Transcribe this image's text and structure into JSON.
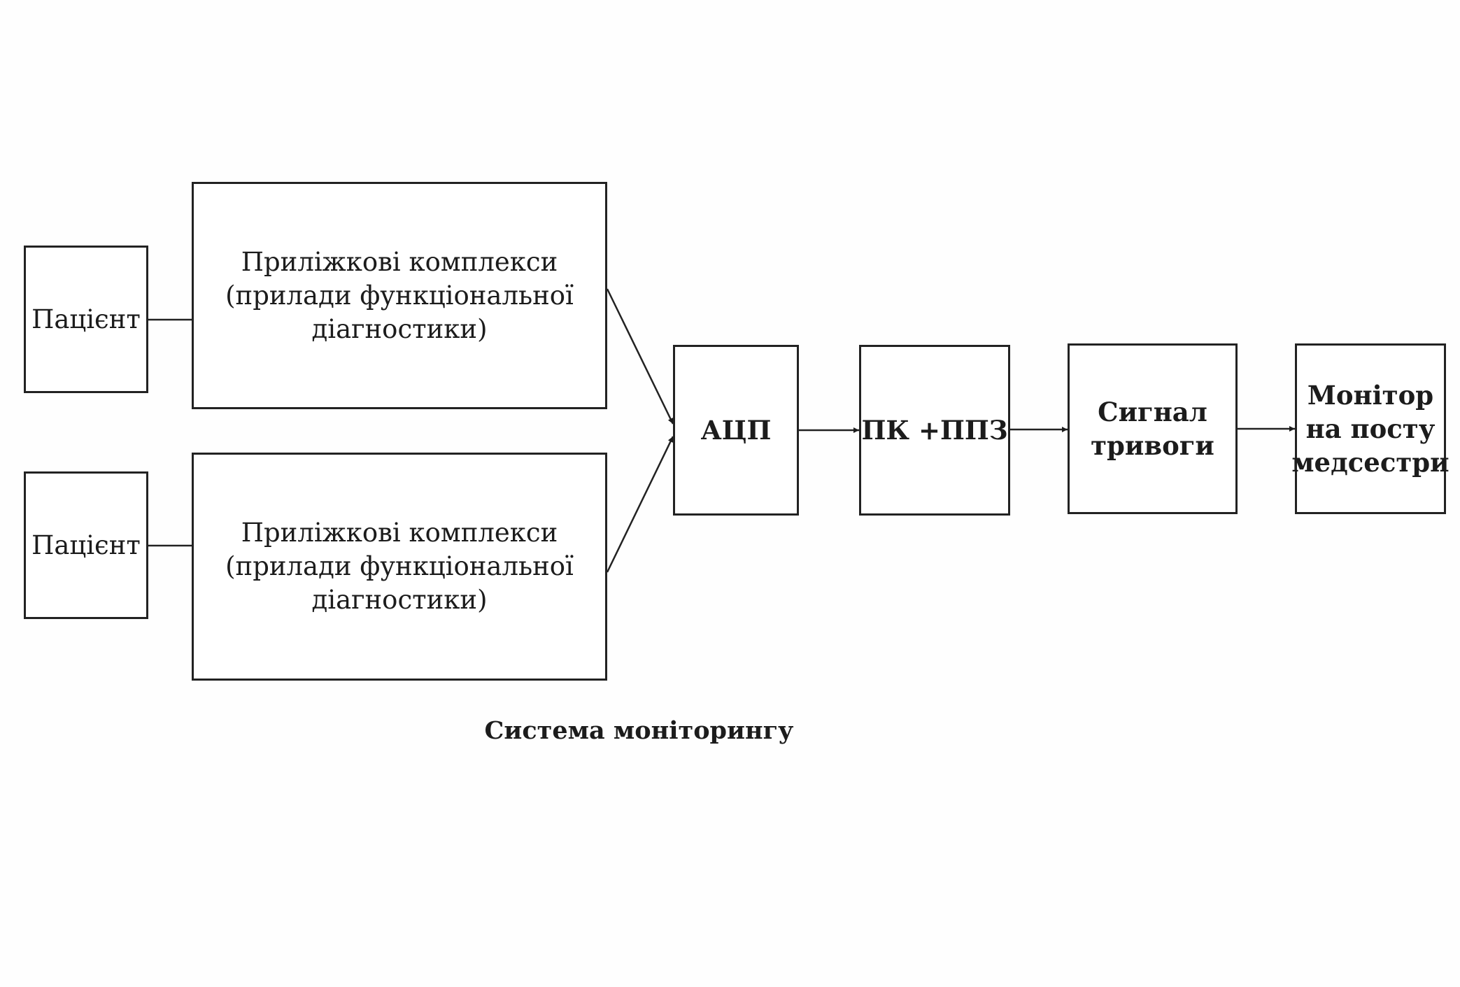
{
  "diagram": {
    "nodes": {
      "patient_1": {
        "label": "Пацієнт"
      },
      "patient_2": {
        "label": "Пацієнт"
      },
      "bedside_1": {
        "label": "Приліжкові комплекси\n(прилади функціональної\nдіагностики)"
      },
      "bedside_2": {
        "label": "Приліжкові комплекси\n(прилади функціональної\nдіагностики)"
      },
      "adc": {
        "label": "АЦП"
      },
      "pc": {
        "label": "ПК +ППЗ"
      },
      "alarm": {
        "label": "Сигнал\nтривоги"
      },
      "monitor": {
        "label": "Монітор\nна посту\nмедсестри"
      }
    },
    "edges": [
      {
        "from": "patient_1",
        "to": "bedside_1",
        "arrow": false
      },
      {
        "from": "patient_2",
        "to": "bedside_2",
        "arrow": false
      },
      {
        "from": "bedside_1",
        "to": "adc",
        "arrow": true
      },
      {
        "from": "bedside_2",
        "to": "adc",
        "arrow": true
      },
      {
        "from": "adc",
        "to": "pc",
        "arrow": true
      },
      {
        "from": "pc",
        "to": "alarm",
        "arrow": true
      },
      {
        "from": "alarm",
        "to": "monitor",
        "arrow": true
      }
    ],
    "caption": "Система моніторингу"
  }
}
